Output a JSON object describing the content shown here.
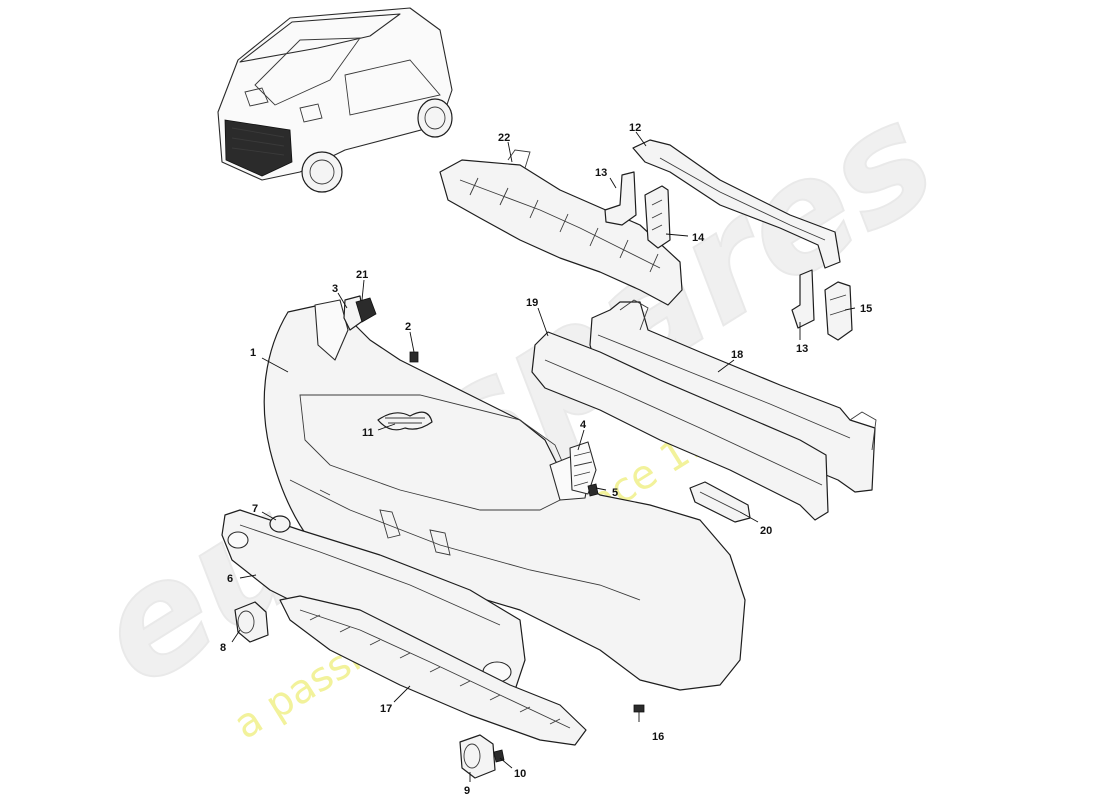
{
  "watermark": {
    "brand": "eurospares",
    "tagline": "a passion for parts since 1985",
    "colors": {
      "brand_text": "#ececec",
      "tagline_text": "#f0f08a"
    }
  },
  "callouts": [
    {
      "id": "1",
      "label": "1"
    },
    {
      "id": "2",
      "label": "2"
    },
    {
      "id": "3",
      "label": "3"
    },
    {
      "id": "4",
      "label": "4"
    },
    {
      "id": "5",
      "label": "5"
    },
    {
      "id": "6",
      "label": "6"
    },
    {
      "id": "7",
      "label": "7"
    },
    {
      "id": "8",
      "label": "8"
    },
    {
      "id": "9",
      "label": "9"
    },
    {
      "id": "10",
      "label": "10"
    },
    {
      "id": "11",
      "label": "11"
    },
    {
      "id": "12",
      "label": "12"
    },
    {
      "id": "13a",
      "label": "13"
    },
    {
      "id": "13b",
      "label": "13"
    },
    {
      "id": "14",
      "label": "14"
    },
    {
      "id": "15",
      "label": "15"
    },
    {
      "id": "16",
      "label": "16"
    },
    {
      "id": "17",
      "label": "17"
    },
    {
      "id": "18",
      "label": "18"
    },
    {
      "id": "19",
      "label": "19"
    },
    {
      "id": "20",
      "label": "20"
    },
    {
      "id": "21",
      "label": "21"
    },
    {
      "id": "22",
      "label": "22"
    }
  ]
}
